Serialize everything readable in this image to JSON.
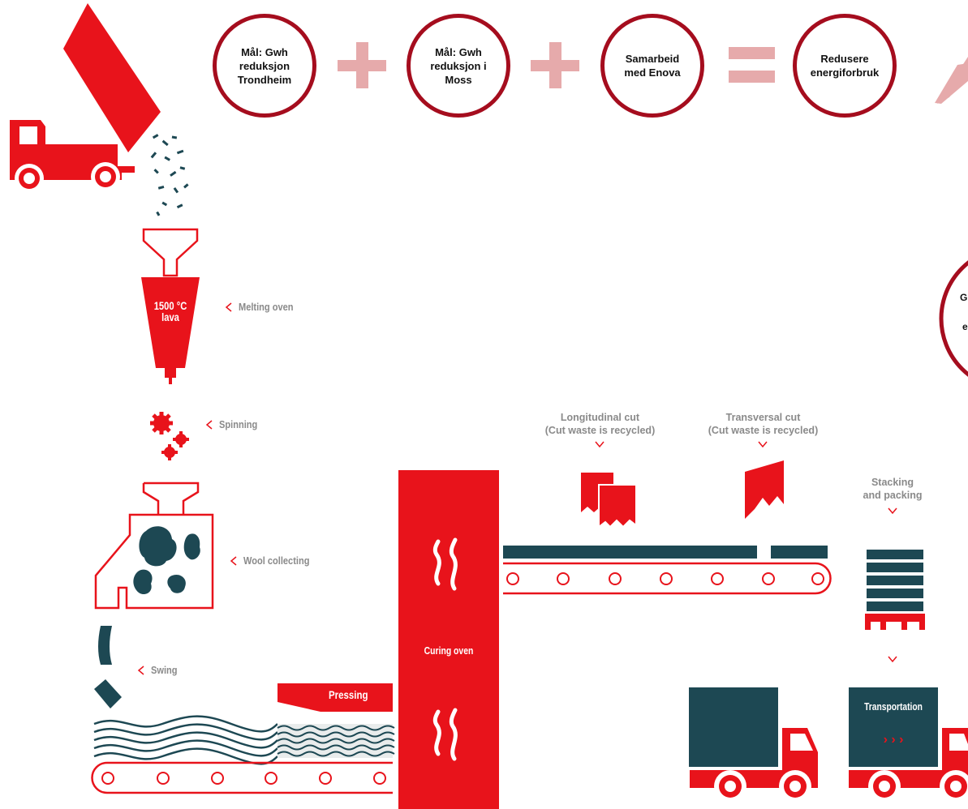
{
  "goals": {
    "goal1": "Mål: Gwh\nreduksjon\nTrondheim",
    "goal2": "Mål: Gwh\nreduksjon i\nMoss",
    "partner": "Samarbeid\nmed Enova",
    "result": "Redusere\nenergiforbruk",
    "partial_left_top": "G",
    "partial_left_bottom": "e"
  },
  "operators": [
    "+",
    "+",
    "="
  ],
  "process": {
    "oven_temp": "1500 °C\nlava",
    "melting": "Melting oven",
    "spinning": "Spinning",
    "wool_collecting": "Wool collecting",
    "swing": "Swing",
    "pressing": "Pressing",
    "curing": "Curing oven",
    "longitudinal": "Longitudinal cut\n(Cut waste is recycled)",
    "transversal": "Transversal cut\n(Cut waste is recycled)",
    "stacking": "Stacking\nand packing",
    "transportation": "Transportation",
    "transport_arrows": "› › ›"
  },
  "colors": {
    "red": "#e8131b",
    "teal": "#1d4853",
    "circle_border": "#a50d1e",
    "operator": "#e6aaab",
    "label_grey": "#8a8a8a"
  }
}
